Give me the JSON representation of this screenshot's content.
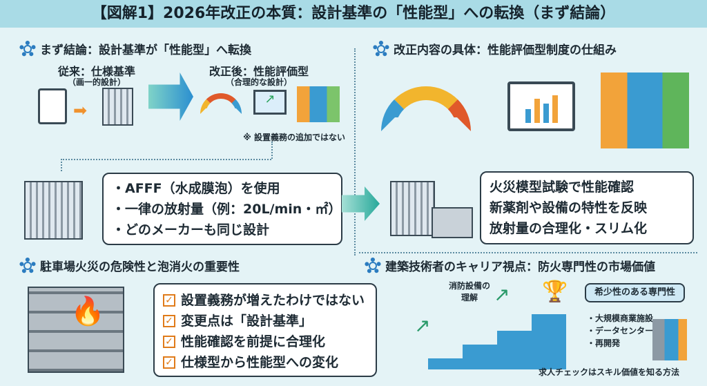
{
  "title": "【図解1】2026年改正の本質：設計基準の「性能型」への転換（まず結論）",
  "section1": {
    "header": "まず結論：設計基準が「性能型」へ転換",
    "before_label": "従来：仕様基準",
    "before_sub": "（画一的設計）",
    "after_label": "改正後：性能評価型",
    "after_sub": "（合理的な設計）",
    "note": "※ 設置義務の追加ではない"
  },
  "section2": {
    "header": "改正内容の具体：性能評価型制度の仕組み"
  },
  "old_design": {
    "bullets": [
      "・AFFF（水成膜泡）を使用",
      "・一律の放射量（例：20L/min・㎡）",
      "・どのメーカーも同じ設計"
    ]
  },
  "new_design": {
    "lines": [
      "火災模型試験で性能確認",
      "新薬剤や設備の特性を反映",
      "放射量の合理化・スリム化"
    ]
  },
  "section3": {
    "header": "駐車場火災の危険性と泡消火の重要性",
    "checks": [
      "設置義務が増えたわけではない",
      "変更点は「設計基準」",
      "性能確認を前提に合理化",
      "仕様型から性能型への変化"
    ],
    "check_mark": "✓"
  },
  "section4": {
    "header": "建築技術者のキャリア視点：防火専門性の市場価値",
    "step_label": "消防設備の\n理解",
    "bubble": "希少性のある専門性",
    "markets": [
      "・大規模商業施設",
      "・データセンター",
      "・再開発"
    ],
    "footer": "求人チェックはスキル価値を知る方法"
  }
}
